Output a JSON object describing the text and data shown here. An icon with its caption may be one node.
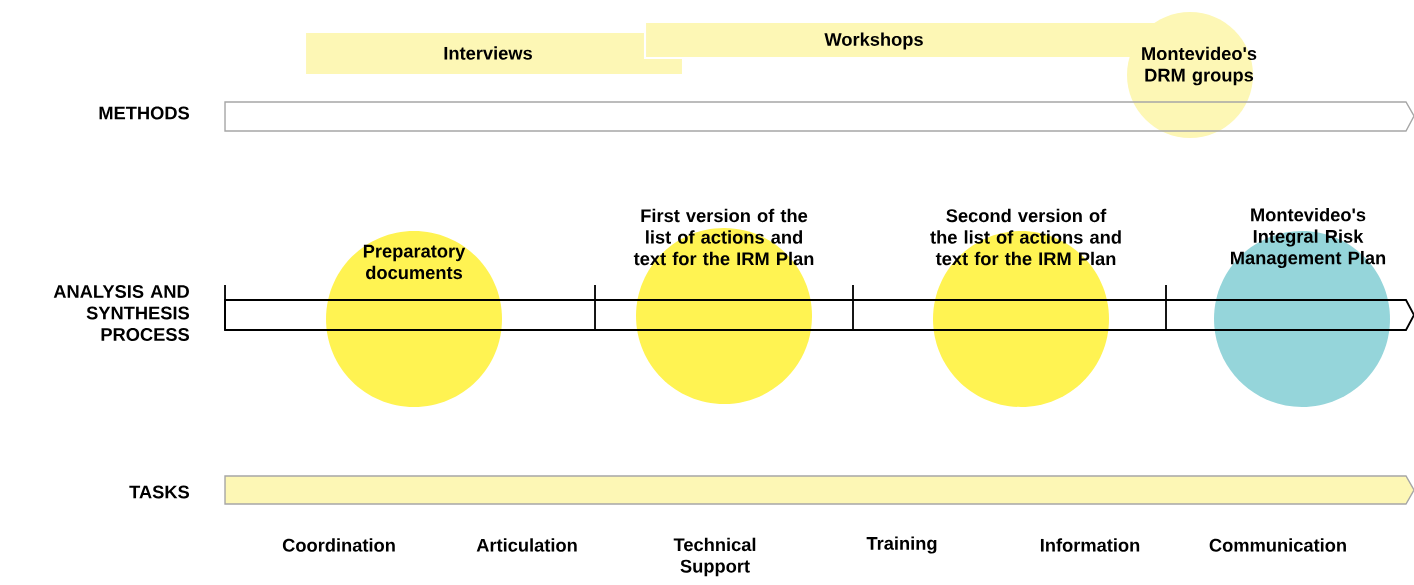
{
  "diagram": {
    "nodes": [
      {
        "text": [
          "Interviews"
        ]
      },
      {
        "text": [
          "Workshops"
        ]
      },
      {
        "text": [
          "Montevideo's DRM groups"
        ]
      },
      {
        "text": [
          "Preparatory documents"
        ]
      },
      {
        "text": [
          "First version of the list of actions and text for the IRM Plan"
        ]
      },
      {
        "text": [
          "Second version of the list of actions and text for the IRM Plan"
        ]
      },
      {
        "text": [
          "Montevideo's Integral Risk Management Plan"
        ]
      }
    ],
    "labels": [
      "METHODS",
      "ANALYSIS AND SYNTHESIS PROCESS",
      "TASKS",
      "Coordination",
      "Articulation",
      "Technical Support",
      "Training",
      "Information",
      "Communication"
    ]
  }
}
